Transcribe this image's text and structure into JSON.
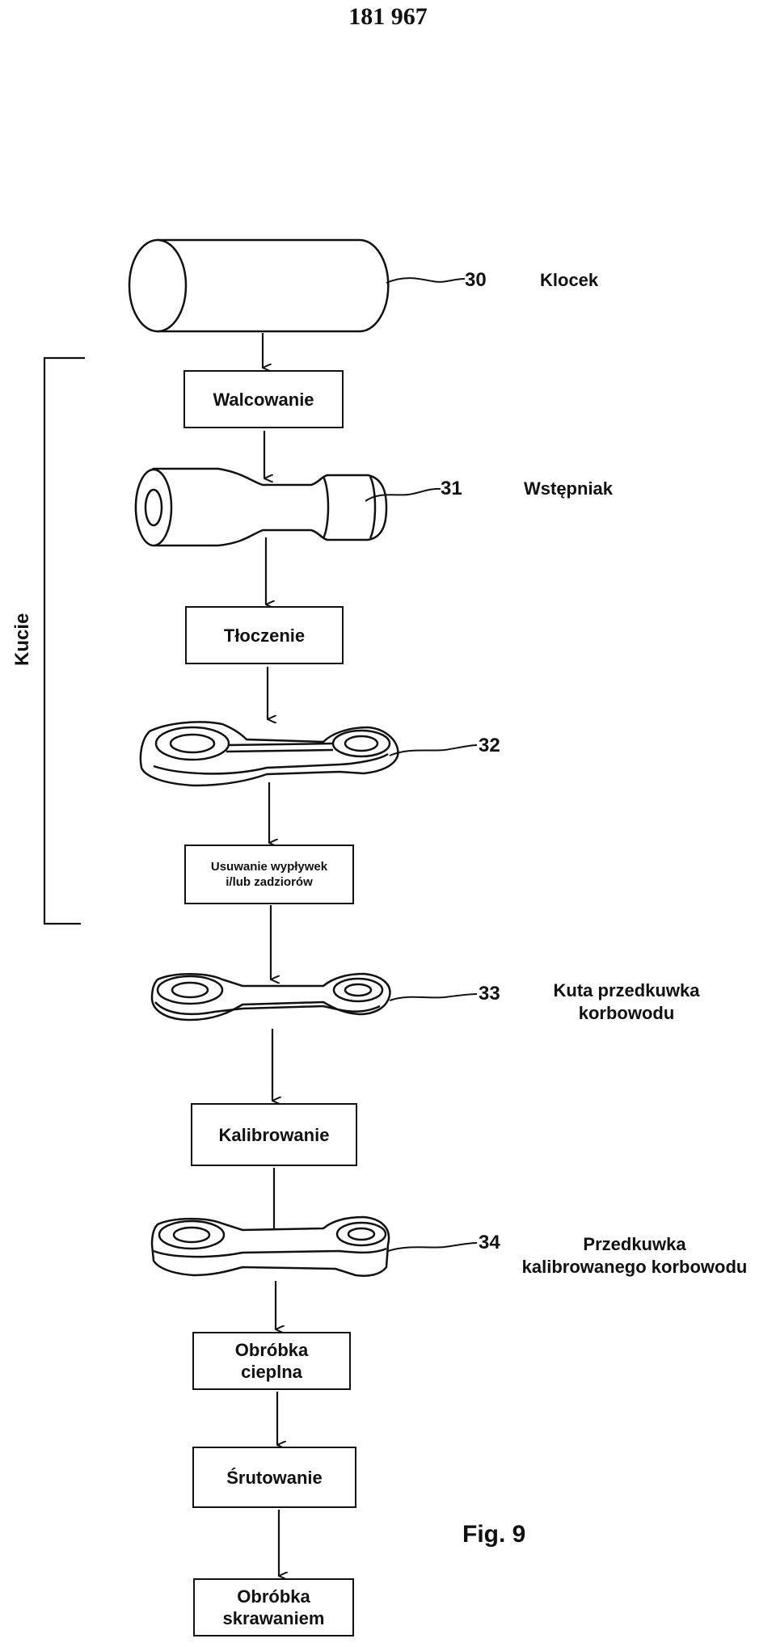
{
  "page_number": "181 967",
  "process_steps": {
    "walcowanie": "Walcowanie",
    "tloczenie": "Tłoczenie",
    "usuwanie": "Usuwanie wypływek\ni/lub zadziorów",
    "kalibrowanie": "Kalibrowanie",
    "obrobka_cieplna": "Obróbka\ncieplna",
    "srutowanie": "Śrutowanie",
    "obrobka_skrawaniem": "Obróbka\nskrawaniem"
  },
  "parts": [
    {
      "ref": "30",
      "label": "Klocek"
    },
    {
      "ref": "31",
      "label": "Wstępniak"
    },
    {
      "ref": "32",
      "label": ""
    },
    {
      "ref": "33",
      "label": "Kuta przedkuwka\nkorbowodu"
    },
    {
      "ref": "34",
      "label": "Przedkuwka\nkalibrowanego korbowodu"
    }
  ],
  "bracket_label": "Kucie",
  "figure_label": "Fig. 9"
}
